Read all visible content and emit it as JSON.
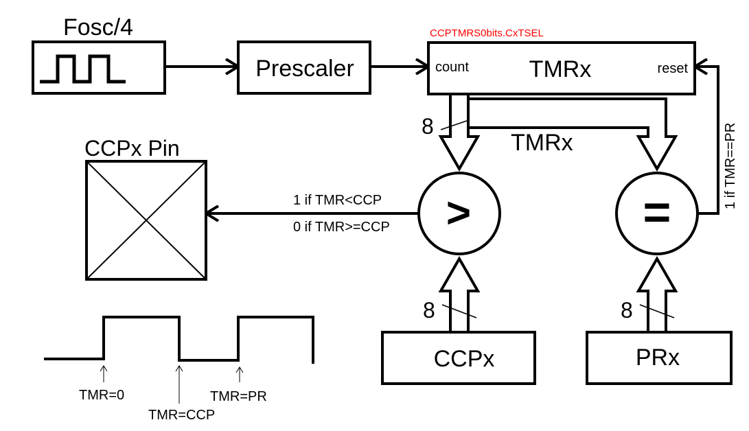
{
  "colors": {
    "ink": "#000000",
    "background": "#ffffff",
    "register_label": "#ff0000"
  },
  "blocks": {
    "clock_label": "Fosc/4",
    "prescaler": "Prescaler",
    "timer": "TMRx",
    "timer_count_port": "count",
    "timer_reset_port": "reset",
    "timer_select_register": "CCPTMRS0bits.CxTSEL",
    "ccp_register": "CCPx",
    "period_register": "PRx",
    "pin_label": "CCPx Pin"
  },
  "comparators": {
    "less_than_symbol": ">",
    "equal_symbol": "="
  },
  "signals": {
    "bus_label": "TMRx",
    "bus_width_timer": "8",
    "bus_width_ccp": "8",
    "bus_width_period": "8",
    "output_high": "1 if TMR<CCP",
    "output_low": "0 if TMR>=CCP",
    "reset_condition": "1 if TMR==PR"
  },
  "waveform": {
    "marker_start": "TMR=0",
    "marker_compare": "TMR=CCP",
    "marker_period": "TMR=PR"
  }
}
